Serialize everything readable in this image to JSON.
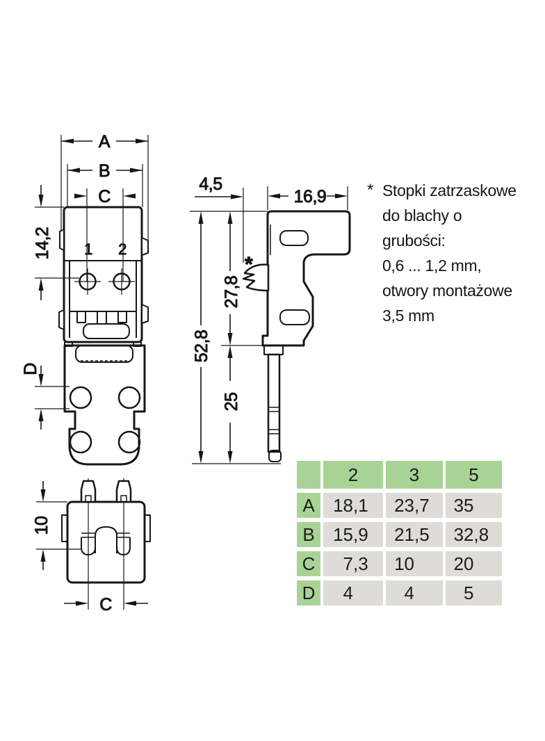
{
  "dims": {
    "front": {
      "a": "A",
      "b": "B",
      "c": "C",
      "height": "14,2",
      "hole": "D",
      "pole1": "1",
      "pole2": "2"
    },
    "side": {
      "offset": "4,5",
      "depth": "16,9",
      "total_height": "52,8",
      "upper_height": "27,8",
      "lower_height": "25",
      "foot_marker": "*"
    },
    "bottom": {
      "height": "10",
      "pitch": "C"
    }
  },
  "note": {
    "marker": "*",
    "lines": [
      "Stopki zatrzaskowe",
      "do blachy o",
      "grubości:",
      "0,6 ... 1,2 mm,",
      "otwory montażowe",
      "3,5 mm"
    ]
  },
  "table": {
    "col_headers": [
      "2",
      "3",
      "5"
    ],
    "rows": [
      {
        "label": "A",
        "values": [
          "18,1",
          "23,7",
          "35"
        ]
      },
      {
        "label": "B",
        "values": [
          "15,9",
          "21,5",
          "32,8"
        ]
      },
      {
        "label": "C",
        "values": [
          "7,3",
          "10",
          "20"
        ]
      },
      {
        "label": "D",
        "values": [
          "4",
          "4",
          "5"
        ]
      }
    ]
  },
  "colors": {
    "table_header_green": "#a9d396",
    "table_cell_gray": "#dedcd6",
    "ink": "#161616"
  }
}
